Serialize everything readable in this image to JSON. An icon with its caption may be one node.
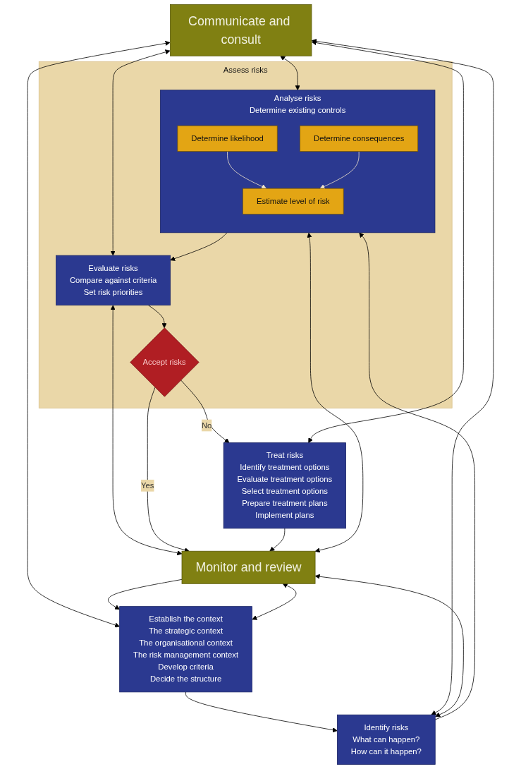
{
  "diagram": {
    "nodes": [
      {
        "text": [
          "Communicate and consult"
        ]
      },
      {
        "text": [
          "Monitor and review"
        ]
      },
      {
        "text": [
          "Establish the context",
          "The strategic context",
          "The organisational context",
          "The risk management context",
          "Develop criteria",
          "Decide the structure"
        ]
      },
      {
        "text": [
          "Identify risks",
          "What can happen?",
          "How can it happen?"
        ]
      },
      {
        "text": [
          "Assess risks"
        ]
      },
      {
        "text": [
          "Analyse risks",
          "Determine existing controls"
        ],
        "in": 4
      },
      {
        "text": [
          "Determine likelihood"
        ],
        "in": 5
      },
      {
        "text": [
          "Determine consequences"
        ],
        "in": 5
      },
      {
        "text": [
          "Estimate level of risk"
        ],
        "in": 5
      },
      {
        "text": [
          "Evaluate risks",
          "Compare against criteria",
          "Set risk priorities"
        ],
        "in": 4
      },
      {
        "text": [
          "Accept risks"
        ],
        "in": 4
      },
      {
        "text": [
          "Treat risks",
          "Identify treatment options",
          "Evaluate treatment options",
          "Select treatment options",
          "Prepare treatment plans",
          "Implement plans"
        ]
      }
    ],
    "edges": [
      {
        "from": 0,
        "to": 2,
        "arrow": "both"
      },
      {
        "from": 2,
        "to": 1,
        "arrow": "both"
      },
      {
        "from": 2,
        "to": 3,
        "arrow": "to"
      },
      {
        "from": 0,
        "to": 3,
        "arrow": "both"
      },
      {
        "from": 3,
        "to": 1,
        "arrow": "both"
      },
      {
        "from": 3,
        "to": 5,
        "arrow": "to"
      },
      {
        "from": 0,
        "to": 5,
        "arrow": "both"
      },
      {
        "from": 5,
        "to": 1,
        "arrow": "both"
      },
      {
        "from": 6,
        "to": 8,
        "arrow": "to",
        "color": "#f2e6cc"
      },
      {
        "from": 7,
        "to": 8,
        "arrow": "to",
        "color": "#f2e6cc"
      },
      {
        "from": 5,
        "to": 9,
        "arrow": "to"
      },
      {
        "from": 0,
        "to": 9,
        "arrow": "both"
      },
      {
        "from": 9,
        "to": 1,
        "arrow": "both"
      },
      {
        "from": 9,
        "to": 10,
        "arrow": "to"
      },
      {
        "from": 10,
        "to": 1,
        "label": "Yes",
        "arrow": "to"
      },
      {
        "from": 10,
        "to": 11,
        "label": "No",
        "arrow": "to"
      },
      {
        "from": 0,
        "to": 11,
        "arrow": "both"
      },
      {
        "from": 11,
        "to": 1,
        "arrow": "to"
      },
      {
        "from": 1,
        "to": 2,
        "arrow": "to"
      }
    ]
  }
}
